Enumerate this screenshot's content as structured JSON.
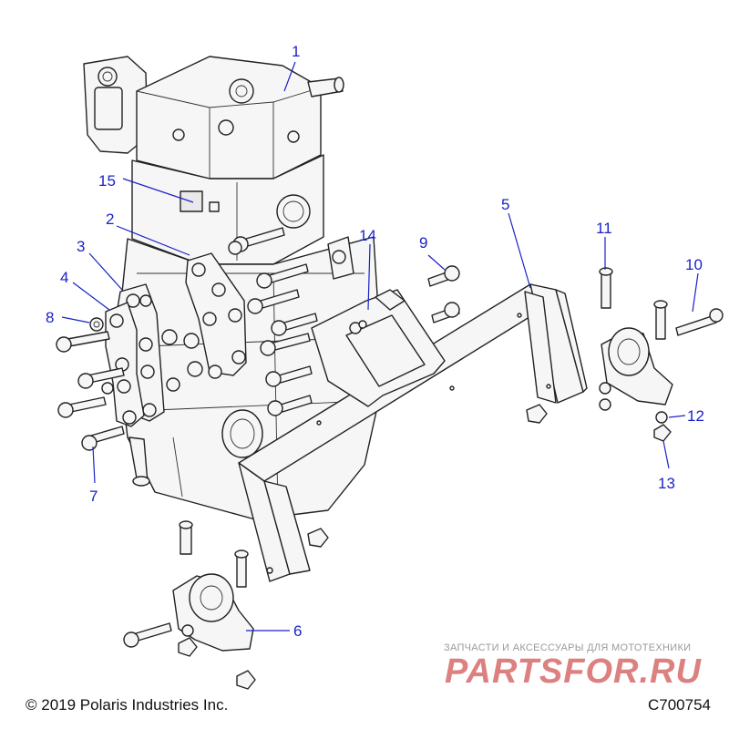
{
  "callouts": [
    {
      "num": "1",
      "part": "engine"
    },
    {
      "num": "2",
      "part": "engine-mount-bracket-inner"
    },
    {
      "num": "3",
      "part": "engine-mount-bracket-outer"
    },
    {
      "num": "4",
      "part": "engine-mount-plate"
    },
    {
      "num": "5",
      "part": "engine-mount-crossmember"
    },
    {
      "num": "6",
      "part": "engine-isolator-mount-lower"
    },
    {
      "num": "7",
      "part": "bolt"
    },
    {
      "num": "8",
      "part": "washer"
    },
    {
      "num": "9",
      "part": "bolt"
    },
    {
      "num": "10",
      "part": "bolt"
    },
    {
      "num": "11",
      "part": "bolt"
    },
    {
      "num": "12",
      "part": "washer"
    },
    {
      "num": "13",
      "part": "nut"
    },
    {
      "num": "14",
      "part": "stud"
    },
    {
      "num": "15",
      "part": "plug"
    }
  ],
  "footer": {
    "copyright": "© 2019 Polaris Industries Inc.",
    "diagram_id": "C700754"
  },
  "watermark": {
    "tagline": "ЗАПЧАСТИ И АКСЕССУАРЫ ДЛЯ МОТОТЕХНИКИ",
    "logo": "PARTSFOR.RU"
  }
}
